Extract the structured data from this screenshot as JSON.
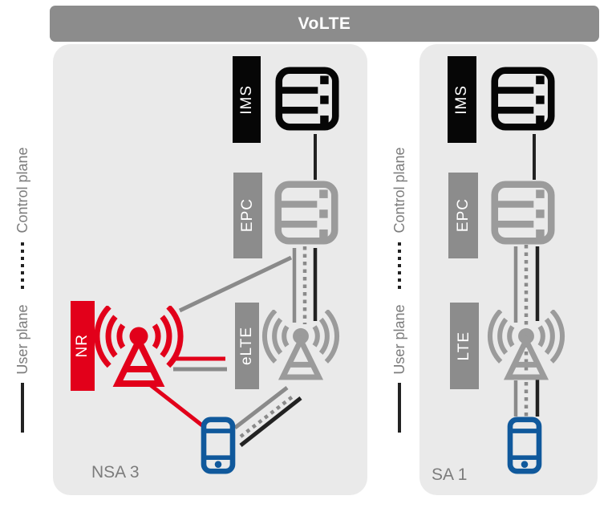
{
  "header": {
    "title": "VoLTE"
  },
  "legend": {
    "user_plane": "User plane",
    "control_plane": "Control plane"
  },
  "panels": [
    {
      "name": "NSA 3",
      "labels": {
        "ims": "IMS",
        "epc": "EPC",
        "nr": "NR",
        "elte": "eLTE"
      }
    },
    {
      "name": "SA 1",
      "labels": {
        "ims": "IMS",
        "epc": "EPC",
        "lte": "LTE"
      }
    }
  ],
  "colors": {
    "red": "#e2001a",
    "blue": "#10599c",
    "black": "#060606",
    "gray_dark": "#8c8c8c",
    "gray_icon": "#9b9b9b",
    "gray_line": "#8a8a8a",
    "line_dark": "#222222",
    "panel_bg": "#eaeaea",
    "text_gray": "#7c7c7c"
  }
}
